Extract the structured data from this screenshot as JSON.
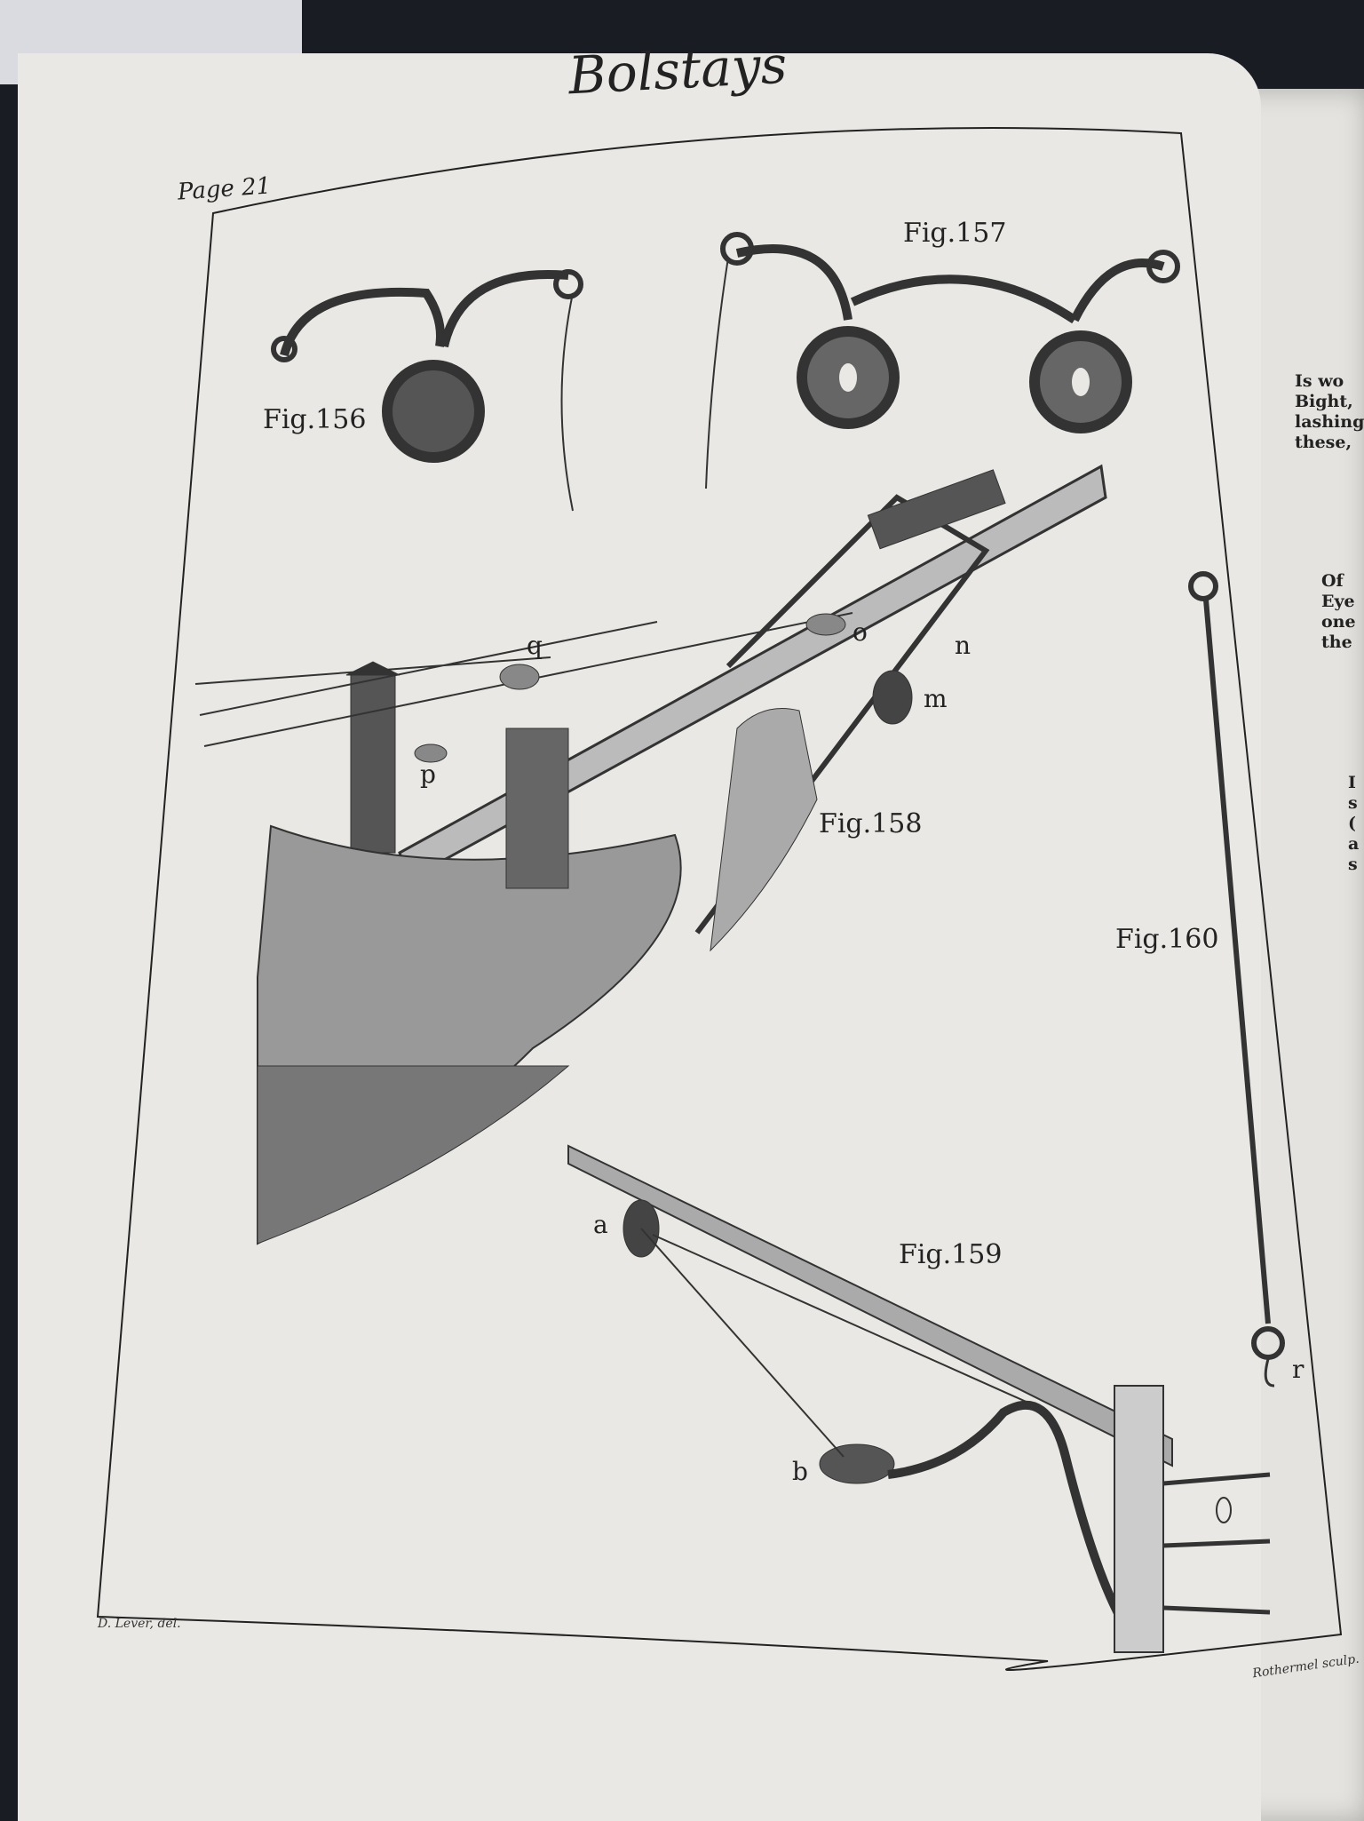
{
  "header": {
    "title": "Bolstays",
    "page_label": "Page 21"
  },
  "figures": {
    "fig156": "Fig.156",
    "fig157": "Fig.157",
    "fig158": "Fig.158",
    "fig159": "Fig.159",
    "fig160": "Fig.160"
  },
  "letters": {
    "q": "q",
    "o": "o",
    "n": "n",
    "m": "m",
    "p": "p",
    "a": "a",
    "b": "b",
    "r": "r"
  },
  "credits": {
    "left": "D. Lever, del.",
    "right": "Rothermel sculp."
  },
  "right_page": {
    "para1": [
      "Is wo",
      "Bight,",
      "lashing",
      "these,"
    ],
    "para2": [
      "Of",
      "Eye",
      "one",
      "the"
    ],
    "para3": [
      "I",
      "s",
      "(",
      "a",
      "s"
    ]
  }
}
